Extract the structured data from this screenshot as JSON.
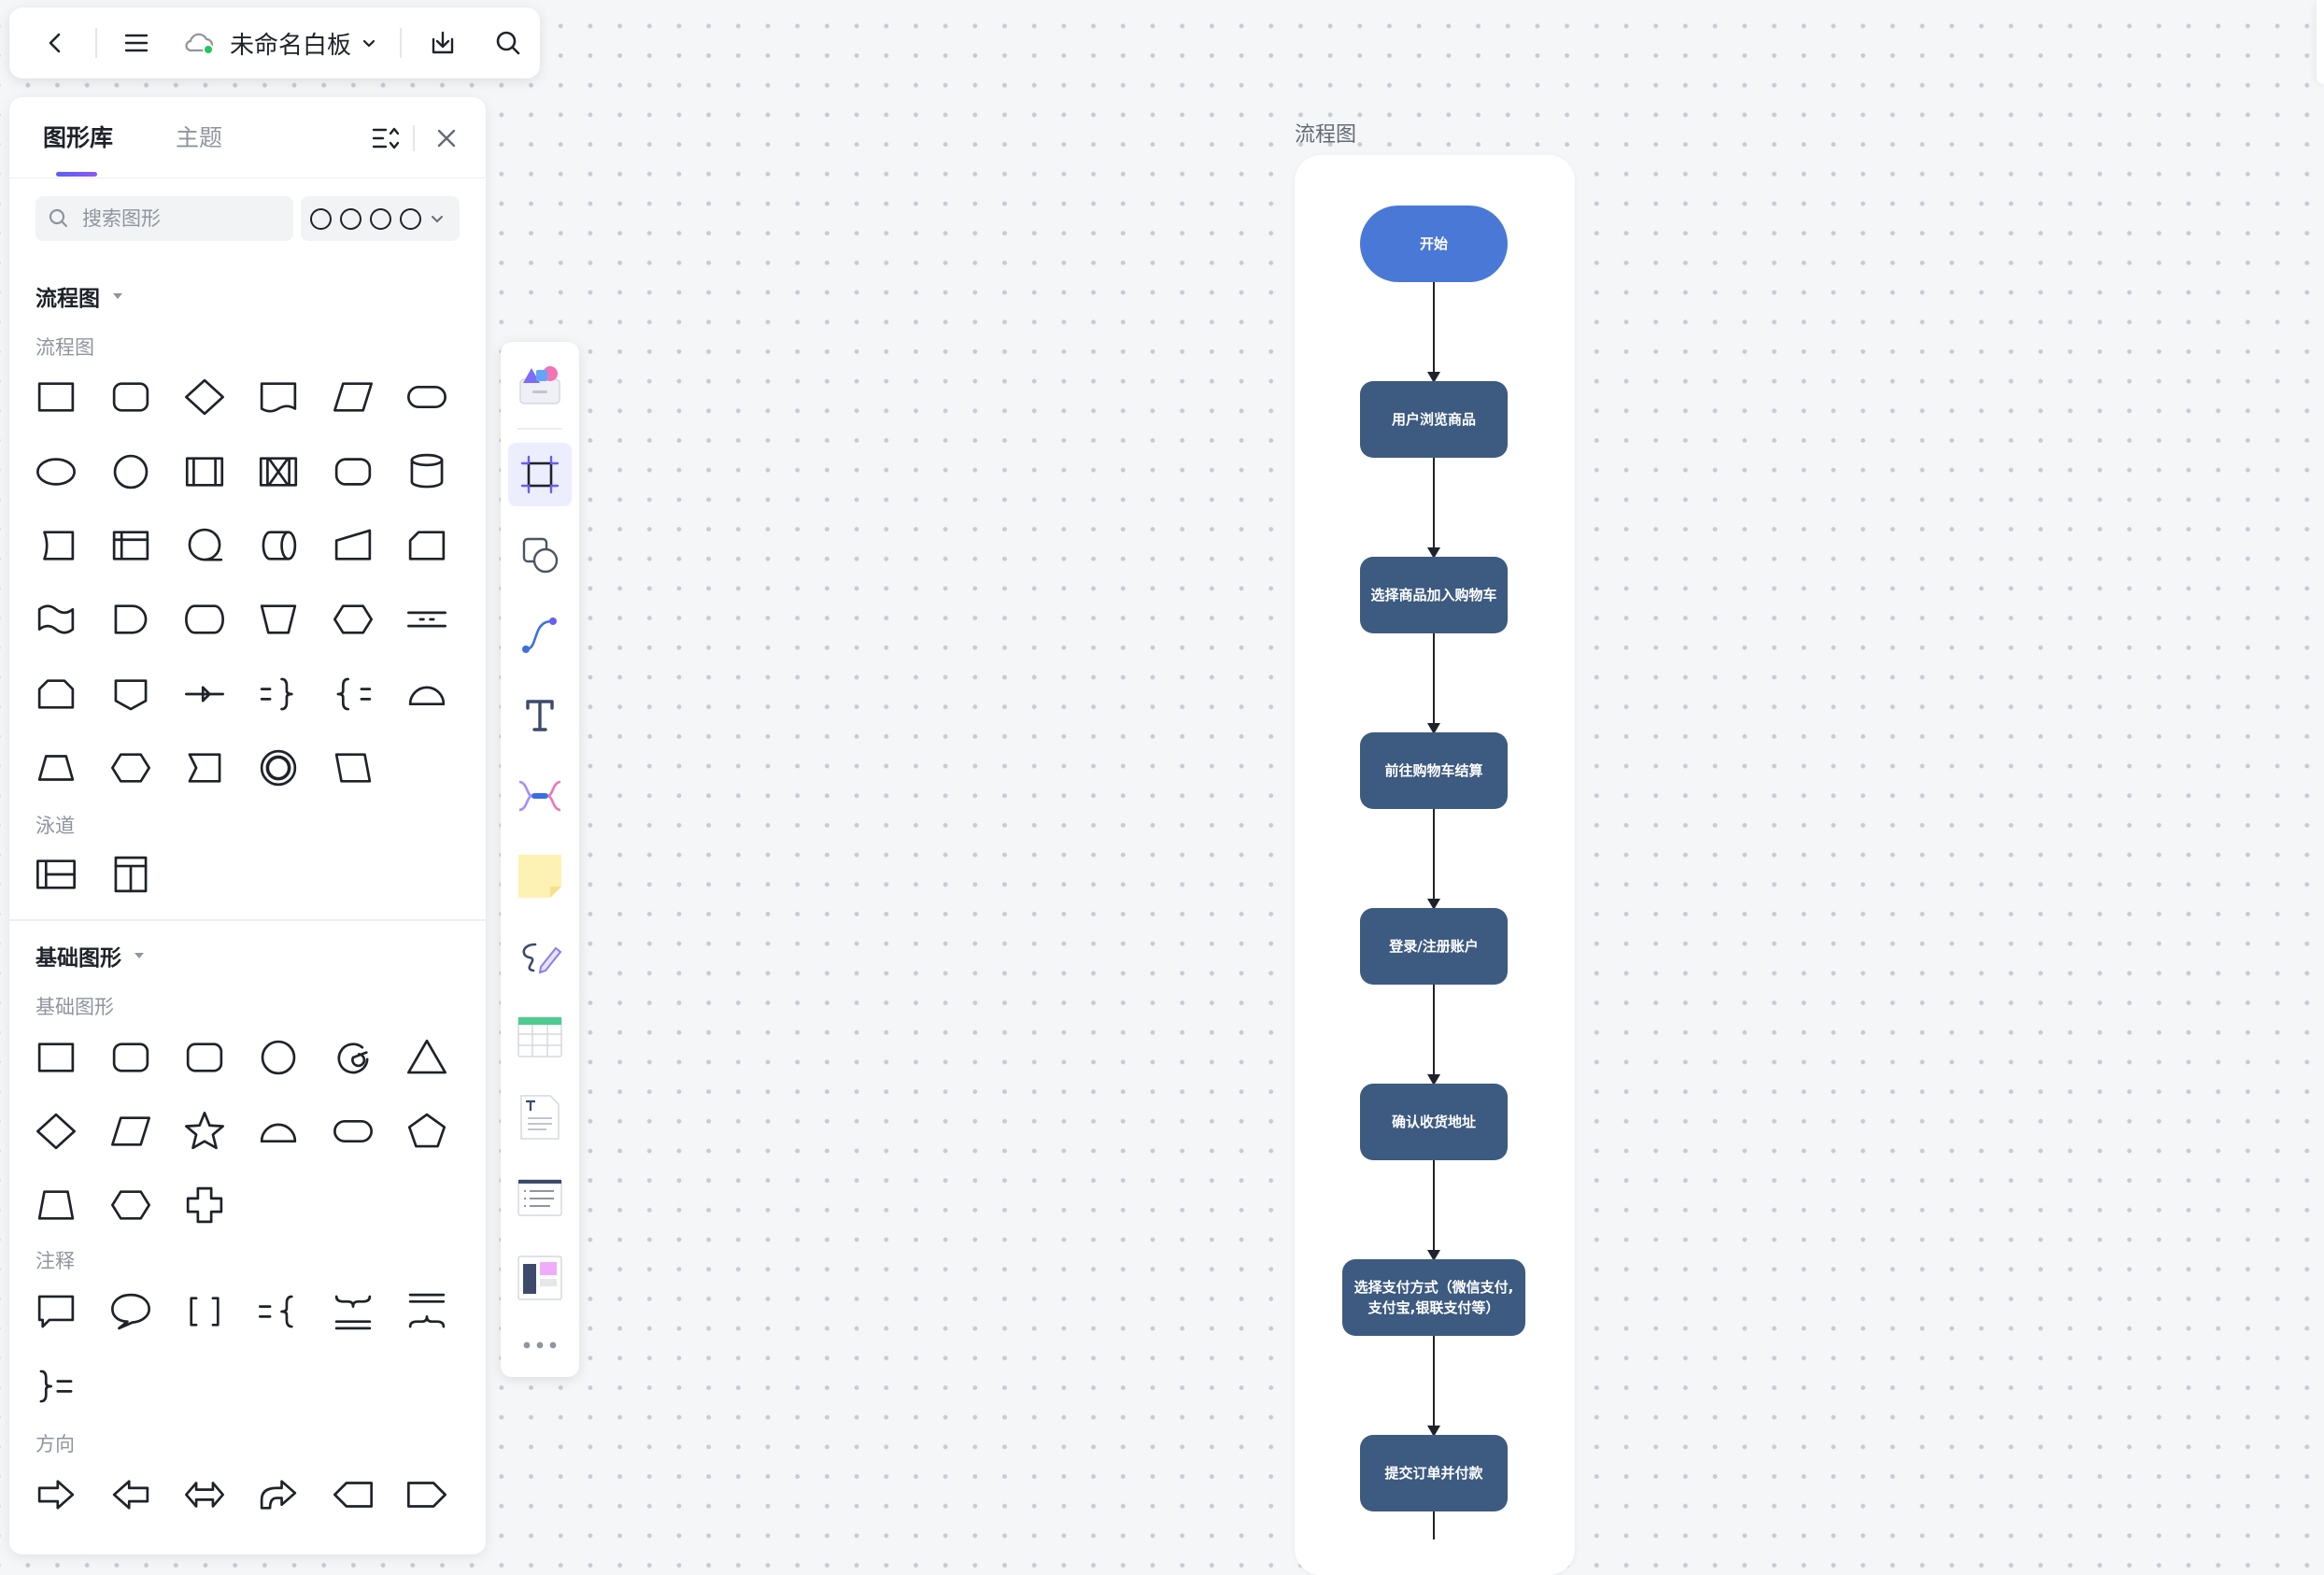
{
  "topbar": {
    "title": "未命名白板",
    "icons": [
      "back-icon",
      "menu-icon",
      "cloud-sync-icon",
      "chevron-down-icon",
      "download-icon",
      "search-icon"
    ],
    "sync_color": "#22c55e"
  },
  "panel": {
    "tabs": [
      {
        "label": "图形库",
        "active": true
      },
      {
        "label": "主题",
        "active": false
      }
    ],
    "search_placeholder": "搜索图形",
    "sections": [
      {
        "title": "流程图",
        "groups": [
          {
            "title": "流程图"
          },
          {
            "title": "泳道"
          }
        ]
      },
      {
        "title": "基础图形",
        "groups": [
          {
            "title": "基础图形"
          },
          {
            "title": "注释"
          },
          {
            "title": "方向"
          }
        ]
      }
    ]
  },
  "toolbar": {
    "tools": [
      "shape-library",
      "frame",
      "shape",
      "connector",
      "text",
      "mindmap",
      "sticky-note",
      "pen",
      "table",
      "document",
      "list",
      "template",
      "more"
    ]
  },
  "canvas": {
    "frame_title": "流程图",
    "flow": [
      {
        "label": "开始",
        "kind": "start"
      },
      {
        "label": "用户浏览商品",
        "kind": "process"
      },
      {
        "label": "选择商品加入购物车",
        "kind": "process"
      },
      {
        "label": "前往购物车结算",
        "kind": "process"
      },
      {
        "label": "登录/注册账户",
        "kind": "process"
      },
      {
        "label": "确认收货地址",
        "kind": "process"
      },
      {
        "label": "选择支付方式（微信支付,支付宝,银联支付等）",
        "kind": "process"
      },
      {
        "label": "提交订单并付款",
        "kind": "process"
      }
    ],
    "colors": {
      "start": "#4a78d6",
      "process": "#3d5a80",
      "accent": "#6a5cf6"
    }
  }
}
